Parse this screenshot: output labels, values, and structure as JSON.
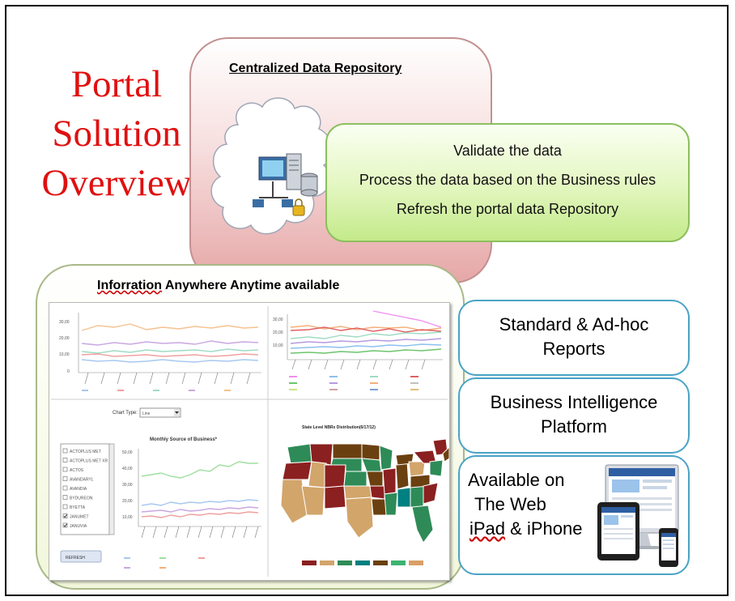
{
  "title": {
    "lines": [
      "Portal",
      "Solution",
      "Overview"
    ],
    "color": "#e01010"
  },
  "repository": {
    "title": "Centralized Data Repository"
  },
  "process": {
    "lines": [
      "Validate the data",
      "Process the data based on the Business rules",
      "Refresh the portal  data Repository"
    ]
  },
  "information": {
    "title_prefix": "Inforration",
    "title_suffix": " Anywhere Anytime available"
  },
  "dashboard": {
    "chart_type_label": "Chart Type:",
    "chart_type_value": "Line",
    "monthly_title": "Monthly Source of Business*",
    "map_title": "State Level NBRx Distribution(6/17/12)",
    "refresh_label": "REFRESH",
    "product_list": [
      "ACTOPLUS MET",
      "ACTOPLUS MET XR",
      "ACTOS",
      "AVANDARYL",
      "AVANDIA",
      "BYDUREON",
      "BYETTA",
      "JANUMET",
      "JANUVIA"
    ],
    "checked_products": [
      "JANUMET",
      "JANUVIA"
    ]
  },
  "features": {
    "reports": {
      "lines": [
        "Standard  & Ad-hoc",
        "Reports"
      ]
    },
    "bi": {
      "lines": [
        "Business Intelligence",
        "Platform"
      ]
    },
    "available": {
      "line1": "Available on",
      "line2": "The Web",
      "line3_prefix": "iPad",
      "line3_suffix": " & iPhone"
    }
  },
  "colors": {
    "green_box": "#c4ea8a",
    "repo_box": "#e6a7a7",
    "side_border": "#4aa3c5"
  }
}
